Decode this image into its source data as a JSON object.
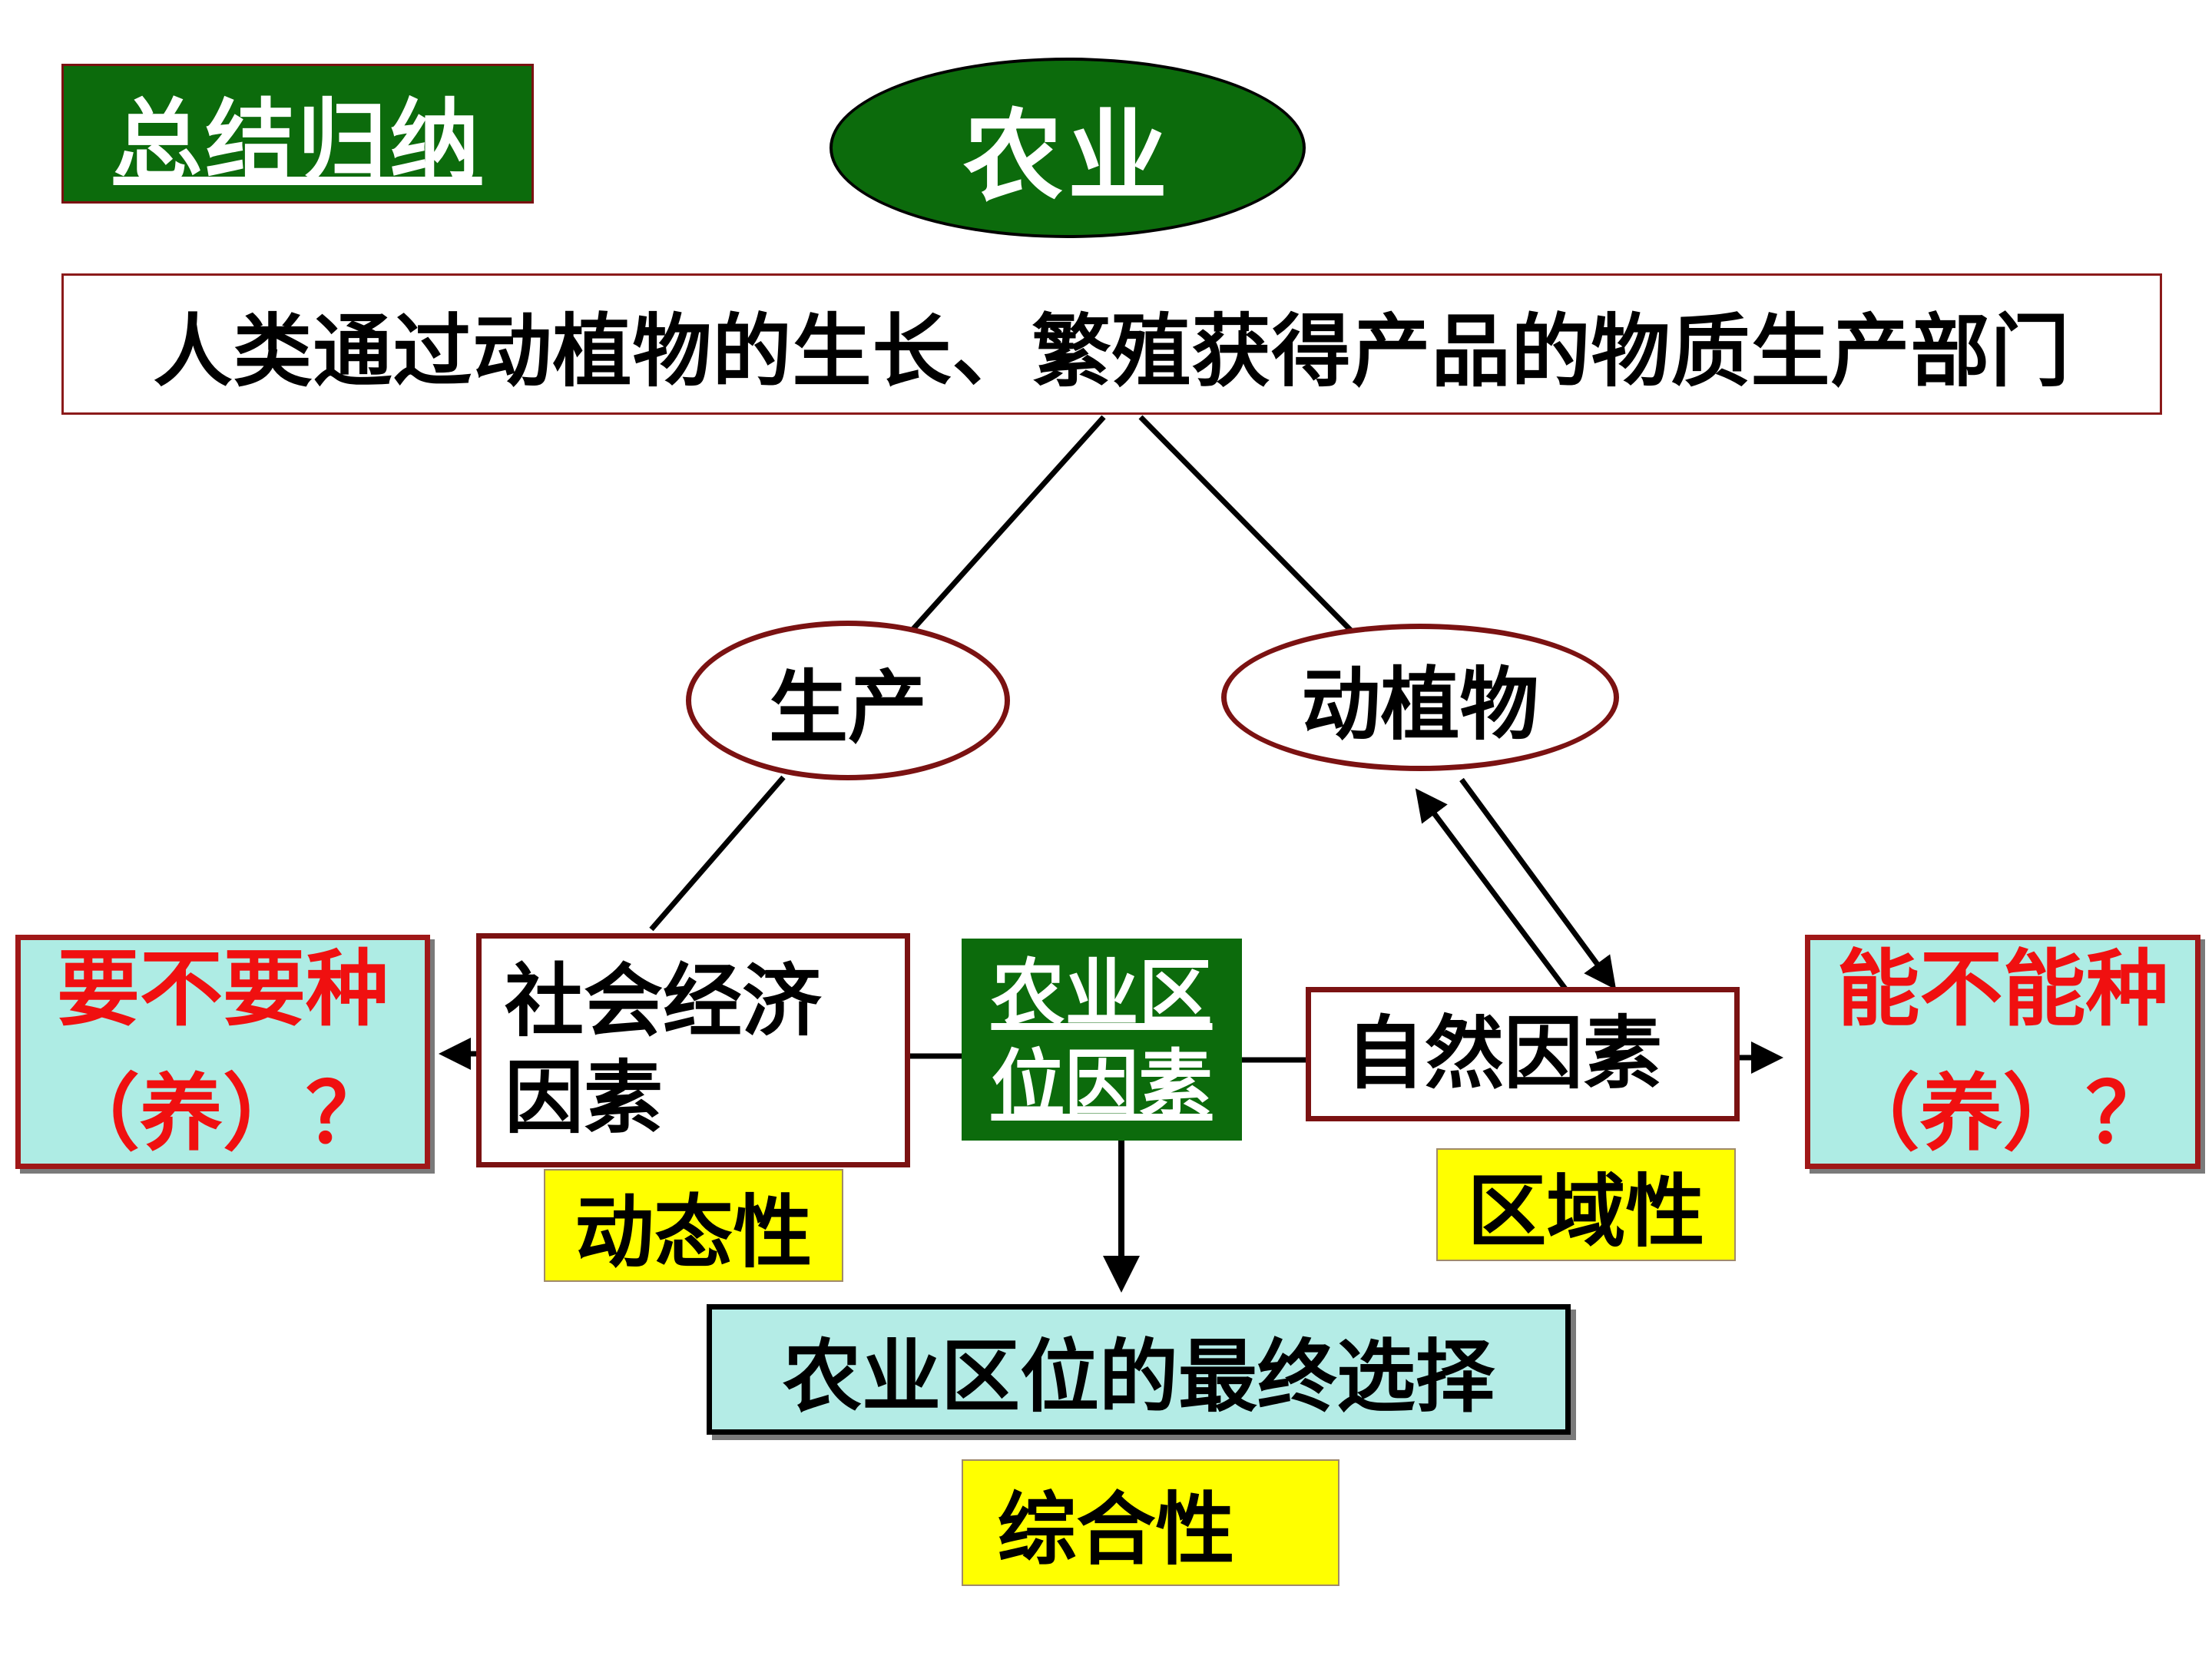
{
  "title": "农业",
  "summary_label": "总结归纳",
  "definition": "人类通过动植物的生长、繁殖获得产品的物质生产部门",
  "nodes": {
    "production": "生产",
    "organisms": "动植物"
  },
  "factors": {
    "social_line1": "社会经济",
    "social_line2": "因素",
    "natural": "自然因素",
    "location_line1": "农业区",
    "location_line2": "位因素"
  },
  "questions": {
    "left_line1": "要不要种",
    "left_line2": "（养）？",
    "right_line1": "能不能种",
    "right_line2": "（养）？"
  },
  "final_choice": "农业区位的最终选择",
  "properties": {
    "dynamic": "动态性",
    "regional": "区域性",
    "comprehensive": "综合性"
  },
  "colors": {
    "dark_green": "#0c6b0c",
    "dark_red_border": "#7b1212",
    "question_text_red": "#f01010",
    "teal_fill": "#aeece4",
    "yellow_tag": "#ffff00"
  }
}
